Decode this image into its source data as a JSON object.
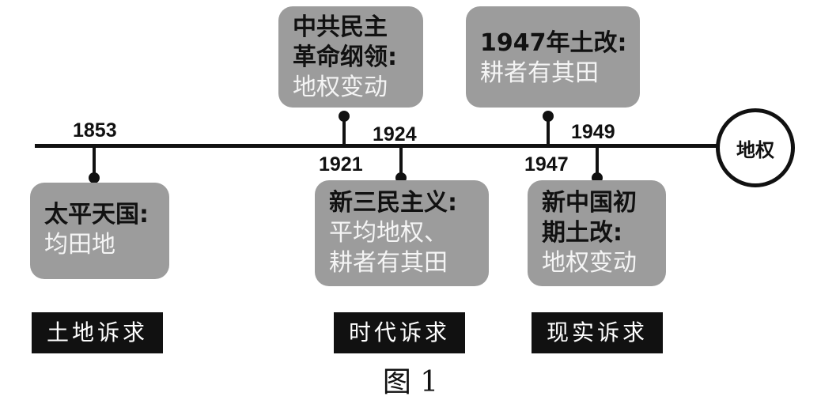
{
  "center": "地权",
  "years": {
    "y1853": "1853",
    "y1921": "1921",
    "y1924": "1924",
    "y1947": "1947",
    "y1949": "1949"
  },
  "events": {
    "taiping": {
      "title": "太平天国:",
      "body": "均田地"
    },
    "ccp": {
      "title_l1": "中共民主",
      "title_l2": "革命纲领:",
      "body": "地权变动"
    },
    "sanmin": {
      "title": "新三民主义:",
      "body_l1": "平均地权、",
      "body_l2": "耕者有其田"
    },
    "reform1947": {
      "title": "1947年土改:",
      "body": "耕者有其田"
    },
    "prc": {
      "title_l1": "新中国初",
      "title_l2": "期土改:",
      "body": "地权变动"
    }
  },
  "labels": {
    "land": "土地诉求",
    "era": "时代诉求",
    "reality": "现实诉求"
  },
  "caption": "图 1",
  "colors": {
    "box": "#9c9c9c",
    "line": "#111111",
    "label_bg": "#111111"
  }
}
